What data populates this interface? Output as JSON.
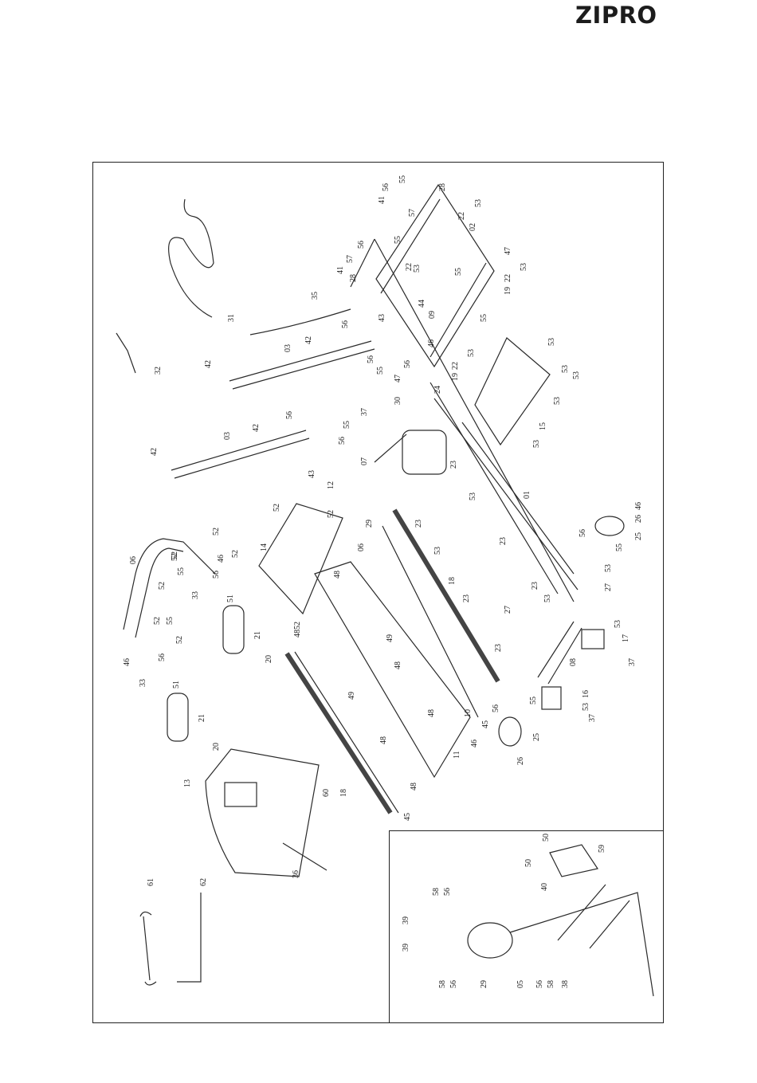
{
  "brand": {
    "logo_text": "ZIPRO"
  },
  "diagram": {
    "kind": "exploded-parts-diagram",
    "part_labels": [
      {
        "id": "lbl-55a",
        "text": "55"
      },
      {
        "id": "lbl-56a",
        "text": "56"
      },
      {
        "id": "lbl-41a",
        "text": "41"
      },
      {
        "id": "lbl-28a",
        "text": "28"
      },
      {
        "id": "lbl-57a",
        "text": "57"
      },
      {
        "id": "lbl-22a",
        "text": "22"
      },
      {
        "id": "lbl-53a",
        "text": "53"
      },
      {
        "id": "lbl-02",
        "text": "02"
      },
      {
        "id": "lbl-47a",
        "text": "47"
      },
      {
        "id": "lbl-53b",
        "text": "53"
      },
      {
        "id": "lbl-22b",
        "text": "22"
      },
      {
        "id": "lbl-19a",
        "text": "19"
      },
      {
        "id": "lbl-56b",
        "text": "56"
      },
      {
        "id": "lbl-55b",
        "text": "55"
      },
      {
        "id": "lbl-57b",
        "text": "57"
      },
      {
        "id": "lbl-41b",
        "text": "41"
      },
      {
        "id": "lbl-28b",
        "text": "28"
      },
      {
        "id": "lbl-22c",
        "text": "22"
      },
      {
        "id": "lbl-53c",
        "text": "53"
      },
      {
        "id": "lbl-55c",
        "text": "55"
      },
      {
        "id": "lbl-44",
        "text": "44"
      },
      {
        "id": "lbl-09",
        "text": "09"
      },
      {
        "id": "lbl-55d",
        "text": "55"
      },
      {
        "id": "lbl-46a",
        "text": "46"
      },
      {
        "id": "lbl-53d",
        "text": "53"
      },
      {
        "id": "lbl-56c",
        "text": "56"
      },
      {
        "id": "lbl-47b",
        "text": "47"
      },
      {
        "id": "lbl-22d",
        "text": "22"
      },
      {
        "id": "lbl-19b",
        "text": "19"
      },
      {
        "id": "lbl-24",
        "text": "24"
      },
      {
        "id": "lbl-53e",
        "text": "53"
      },
      {
        "id": "lbl-53f",
        "text": "53"
      },
      {
        "id": "lbl-53g",
        "text": "53"
      },
      {
        "id": "lbl-53h",
        "text": "53"
      },
      {
        "id": "lbl-15",
        "text": "15"
      },
      {
        "id": "lbl-53i",
        "text": "53"
      },
      {
        "id": "lbl-31",
        "text": "31"
      },
      {
        "id": "lbl-35",
        "text": "35"
      },
      {
        "id": "lbl-56d",
        "text": "56"
      },
      {
        "id": "lbl-43a",
        "text": "43"
      },
      {
        "id": "lbl-03a",
        "text": "03"
      },
      {
        "id": "lbl-42a",
        "text": "42"
      },
      {
        "id": "lbl-42b",
        "text": "42"
      },
      {
        "id": "lbl-55e",
        "text": "55"
      },
      {
        "id": "lbl-56e",
        "text": "56"
      },
      {
        "id": "lbl-32",
        "text": "32"
      },
      {
        "id": "lbl-37a",
        "text": "37"
      },
      {
        "id": "lbl-30",
        "text": "30"
      },
      {
        "id": "lbl-56f",
        "text": "56"
      },
      {
        "id": "lbl-55f",
        "text": "55"
      },
      {
        "id": "lbl-56g",
        "text": "56"
      },
      {
        "id": "lbl-42c",
        "text": "42"
      },
      {
        "id": "lbl-03b",
        "text": "03"
      },
      {
        "id": "lbl-42d",
        "text": "42"
      },
      {
        "id": "lbl-43b",
        "text": "43"
      },
      {
        "id": "lbl-07",
        "text": "07"
      },
      {
        "id": "lbl-23a",
        "text": "23"
      },
      {
        "id": "lbl-12",
        "text": "12"
      },
      {
        "id": "lbl-53j",
        "text": "53"
      },
      {
        "id": "lbl-01",
        "text": "01"
      },
      {
        "id": "lbl-23b",
        "text": "23"
      },
      {
        "id": "lbl-29",
        "text": "29"
      },
      {
        "id": "lbl-52a",
        "text": "52"
      },
      {
        "id": "lbl-52b",
        "text": "52"
      },
      {
        "id": "lbl-52c",
        "text": "52"
      },
      {
        "id": "lbl-14",
        "text": "14"
      },
      {
        "id": "lbl-06a",
        "text": "06"
      },
      {
        "id": "lbl-53k",
        "text": "53"
      },
      {
        "id": "lbl-23c",
        "text": "23"
      },
      {
        "id": "lbl-56h",
        "text": "56"
      },
      {
        "id": "lbl-55g",
        "text": "55"
      },
      {
        "id": "lbl-26a",
        "text": "26"
      },
      {
        "id": "lbl-46b",
        "text": "46"
      },
      {
        "id": "lbl-25a",
        "text": "25"
      },
      {
        "id": "lbl-52d",
        "text": "52"
      },
      {
        "id": "lbl-52e",
        "text": "52"
      },
      {
        "id": "lbl-06b",
        "text": "06"
      },
      {
        "id": "lbl-52f",
        "text": "52"
      },
      {
        "id": "lbl-55h",
        "text": "55"
      },
      {
        "id": "lbl-46c",
        "text": "46"
      },
      {
        "id": "lbl-56i",
        "text": "56"
      },
      {
        "id": "lbl-33a",
        "text": "33"
      },
      {
        "id": "lbl-52g",
        "text": "52"
      },
      {
        "id": "lbl-51a",
        "text": "51"
      },
      {
        "id": "lbl-48a",
        "text": "48"
      },
      {
        "id": "lbl-18a",
        "text": "18"
      },
      {
        "id": "lbl-53l",
        "text": "53"
      },
      {
        "id": "lbl-27a",
        "text": "27"
      },
      {
        "id": "lbl-23d",
        "text": "23"
      },
      {
        "id": "lbl-23e",
        "text": "23"
      },
      {
        "id": "lbl-53m",
        "text": "53"
      },
      {
        "id": "lbl-27b",
        "text": "27"
      },
      {
        "id": "lbl-52h",
        "text": "52"
      },
      {
        "id": "lbl-55i",
        "text": "55"
      },
      {
        "id": "lbl-52i",
        "text": "52"
      },
      {
        "id": "lbl-56j",
        "text": "56"
      },
      {
        "id": "lbl-46d",
        "text": "46"
      },
      {
        "id": "lbl-21a",
        "text": "21"
      },
      {
        "id": "lbl-20a",
        "text": "20"
      },
      {
        "id": "lbl-52j",
        "text": "52"
      },
      {
        "id": "lbl-48b",
        "text": "48"
      },
      {
        "id": "lbl-49a",
        "text": "49"
      },
      {
        "id": "lbl-23f",
        "text": "23"
      },
      {
        "id": "lbl-08",
        "text": "08"
      },
      {
        "id": "lbl-53n",
        "text": "53"
      },
      {
        "id": "lbl-17",
        "text": "17"
      },
      {
        "id": "lbl-37b",
        "text": "37"
      },
      {
        "id": "lbl-33b",
        "text": "33"
      },
      {
        "id": "lbl-51b",
        "text": "51"
      },
      {
        "id": "lbl-48c",
        "text": "48"
      },
      {
        "id": "lbl-49b",
        "text": "49"
      },
      {
        "id": "lbl-56k",
        "text": "56"
      },
      {
        "id": "lbl-55j",
        "text": "55"
      },
      {
        "id": "lbl-16",
        "text": "16"
      },
      {
        "id": "lbl-53o",
        "text": "53"
      },
      {
        "id": "lbl-37c",
        "text": "37"
      },
      {
        "id": "lbl-21b",
        "text": "21"
      },
      {
        "id": "lbl-48d",
        "text": "48"
      },
      {
        "id": "lbl-10",
        "text": "10"
      },
      {
        "id": "lbl-45a",
        "text": "45"
      },
      {
        "id": "lbl-46e",
        "text": "46"
      },
      {
        "id": "lbl-25b",
        "text": "25"
      },
      {
        "id": "lbl-20b",
        "text": "20"
      },
      {
        "id": "lbl-48e",
        "text": "48"
      },
      {
        "id": "lbl-11",
        "text": "11"
      },
      {
        "id": "lbl-26b",
        "text": "26"
      },
      {
        "id": "lbl-13",
        "text": "13"
      },
      {
        "id": "lbl-60",
        "text": "60"
      },
      {
        "id": "lbl-18b",
        "text": "18"
      },
      {
        "id": "lbl-48f",
        "text": "48"
      },
      {
        "id": "lbl-45b",
        "text": "45"
      },
      {
        "id": "lbl-36",
        "text": "36"
      },
      {
        "id": "lbl-61",
        "text": "61"
      },
      {
        "id": "lbl-62",
        "text": "62"
      },
      {
        "id": "lbl-50a",
        "text": "50"
      },
      {
        "id": "lbl-59",
        "text": "59"
      },
      {
        "id": "lbl-50b",
        "text": "50"
      },
      {
        "id": "lbl-40",
        "text": "40"
      },
      {
        "id": "lbl-58a",
        "text": "58"
      },
      {
        "id": "lbl-56l",
        "text": "56"
      },
      {
        "id": "lbl-39a",
        "text": "39"
      },
      {
        "id": "lbl-39b",
        "text": "39"
      },
      {
        "id": "lbl-58b",
        "text": "58"
      },
      {
        "id": "lbl-56m",
        "text": "56"
      },
      {
        "id": "lbl-29b",
        "text": "29"
      },
      {
        "id": "lbl-05",
        "text": "05"
      },
      {
        "id": "lbl-56n",
        "text": "56"
      },
      {
        "id": "lbl-58c",
        "text": "58"
      },
      {
        "id": "lbl-38",
        "text": "38"
      }
    ]
  }
}
